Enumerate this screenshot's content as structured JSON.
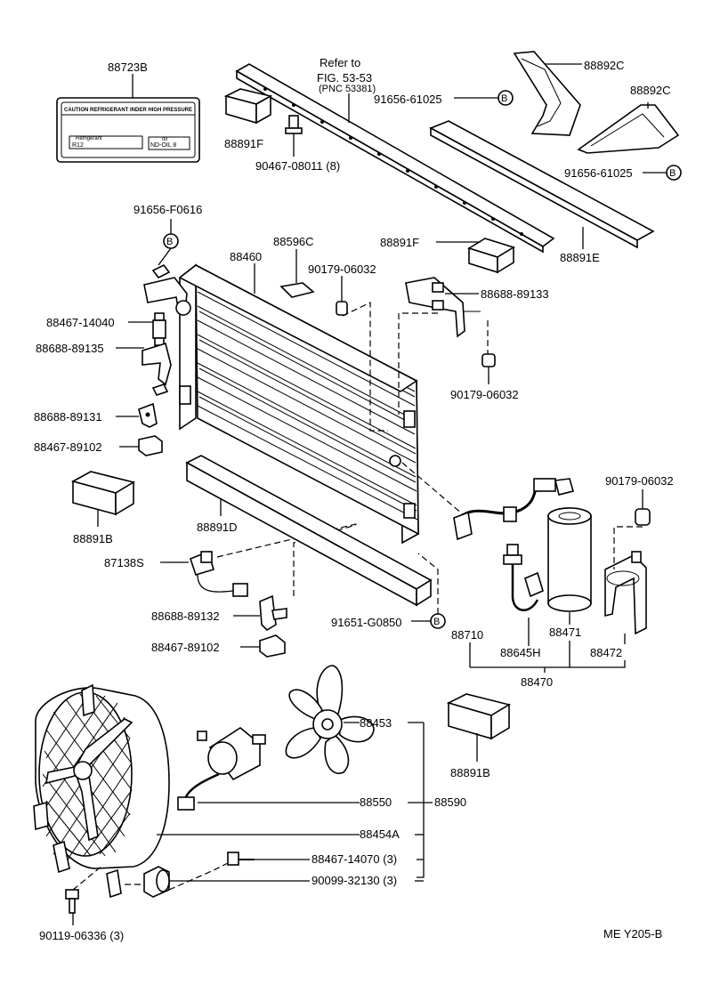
{
  "labels": {
    "l88723B": "88723B",
    "lReferTo": "Refer  to",
    "lFig": "FIG. 53-53",
    "lPnc": "(PNC  53381)",
    "l88892C_a": "88892C",
    "l88892C_b": "88892C",
    "l91656_61025_a": "91656-61025",
    "l91656_61025_b": "91656-61025",
    "l88891F_a": "88891F",
    "l90467": "90467-08011 (8)",
    "l91656_F0616": "91656-F0616",
    "l88596C": "88596C",
    "l88460": "88460",
    "l88891F_b": "88891F",
    "l88891E": "88891E",
    "l90179_06032_a": "90179-06032",
    "l88688_89133": "88688-89133",
    "l88467_14040": "88467-14040",
    "l88688_89135": "88688-89135",
    "l90179_06032_b": "90179-06032",
    "l88688_89131": "88688-89131",
    "l88467_89102_a": "88467-89102",
    "l90179_06032_c": "90179-06032",
    "l88891B_a": "88891B",
    "l88891D": "88891D",
    "l87138S": "87138S",
    "l88688_89132": "88688-89132",
    "l91651_G0850": "91651-G0850",
    "l88710": "88710",
    "l88471": "88471",
    "l88645H": "88645H",
    "l88472": "88472",
    "l88467_89102_b": "88467-89102",
    "l88470": "88470",
    "l88453": "88453",
    "l88891B_b": "88891B",
    "l88550": "88550",
    "l88590": "88590",
    "l88454A": "88454A",
    "l88467_14070": "88467-14070 (3)",
    "l90099_32130": "90099-32130 (3)",
    "l90119_06336": "90119-06336 (3)",
    "lFooter": "ME  Y205-B"
  },
  "decal": {
    "caution": "CAUTION REFRIGERANT INDER HIGH PRESSURE",
    "refrigerant": "Refrigerant",
    "r12": "R12",
    "oil": "oil",
    "oilType": "ND-OIL 8"
  },
  "bubble": "B"
}
